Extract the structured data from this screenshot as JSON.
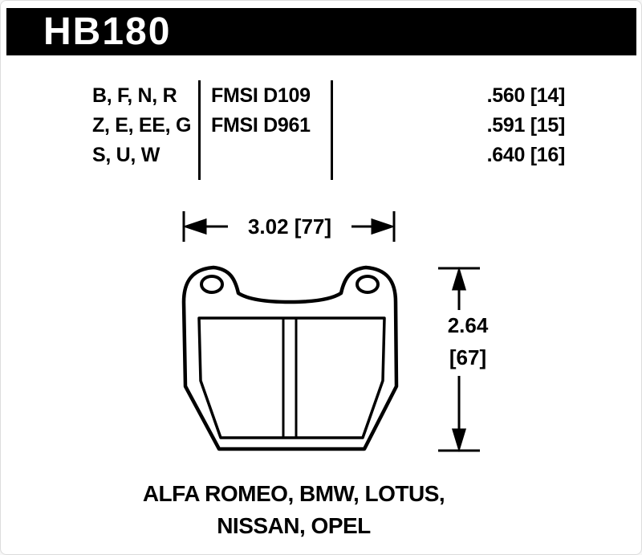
{
  "header": {
    "part_number": "HB180"
  },
  "spec_table": {
    "compounds": [
      "B, F, N, R",
      "Z, E, EE, G",
      "S, U, W"
    ],
    "fmsi_codes": [
      "FMSI D109",
      "FMSI D961"
    ],
    "thicknesses": [
      ".560 [14]",
      ".591 [15]",
      ".640 [16]"
    ]
  },
  "dimensions": {
    "width": "3.02 [77]",
    "height_inches": "2.64",
    "height_mm": "[67]"
  },
  "applications": [
    "ALFA ROMEO, BMW, LOTUS,",
    "NISSAN, OPEL"
  ],
  "colors": {
    "bar_background": "#000000",
    "bar_text": "#ffffff",
    "line_color": "#000000",
    "page_background": "#ffffff"
  }
}
